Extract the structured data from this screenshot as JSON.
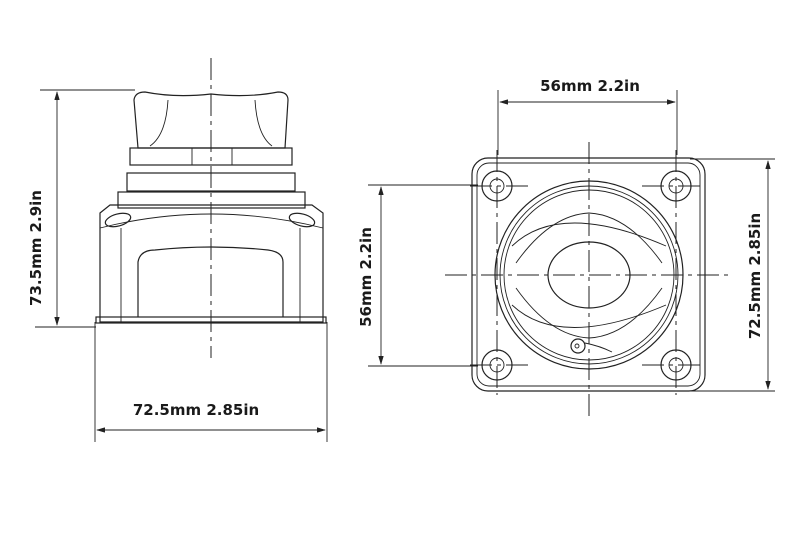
{
  "side_view": {
    "height_label": "73.5mm  2.9in",
    "width_label": "72.5mm  2.85in"
  },
  "top_view": {
    "hole_spacing_horizontal_label": "56mm  2.2in",
    "hole_spacing_vertical_label": "56mm  2.2in",
    "overall_height_label": "72.5mm  2.85in"
  },
  "colors": {
    "line": "#222222",
    "background": "#ffffff"
  }
}
